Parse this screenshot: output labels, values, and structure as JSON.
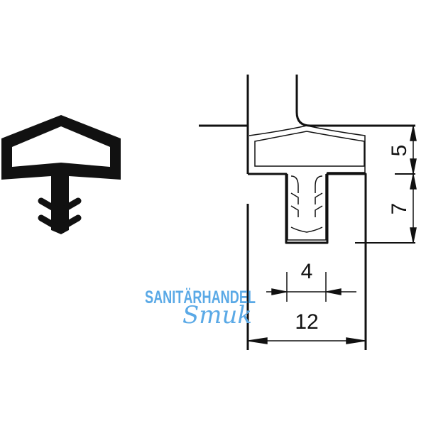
{
  "drawing": {
    "dimensions": {
      "top_height": "5",
      "bottom_height": "7",
      "stem_width": "4",
      "total_width": "12"
    },
    "watermark": {
      "line1": "SANITÄRHANDEL",
      "line2": "Smuk",
      "color": "#5aa9e6"
    },
    "line_color": "#111111"
  }
}
